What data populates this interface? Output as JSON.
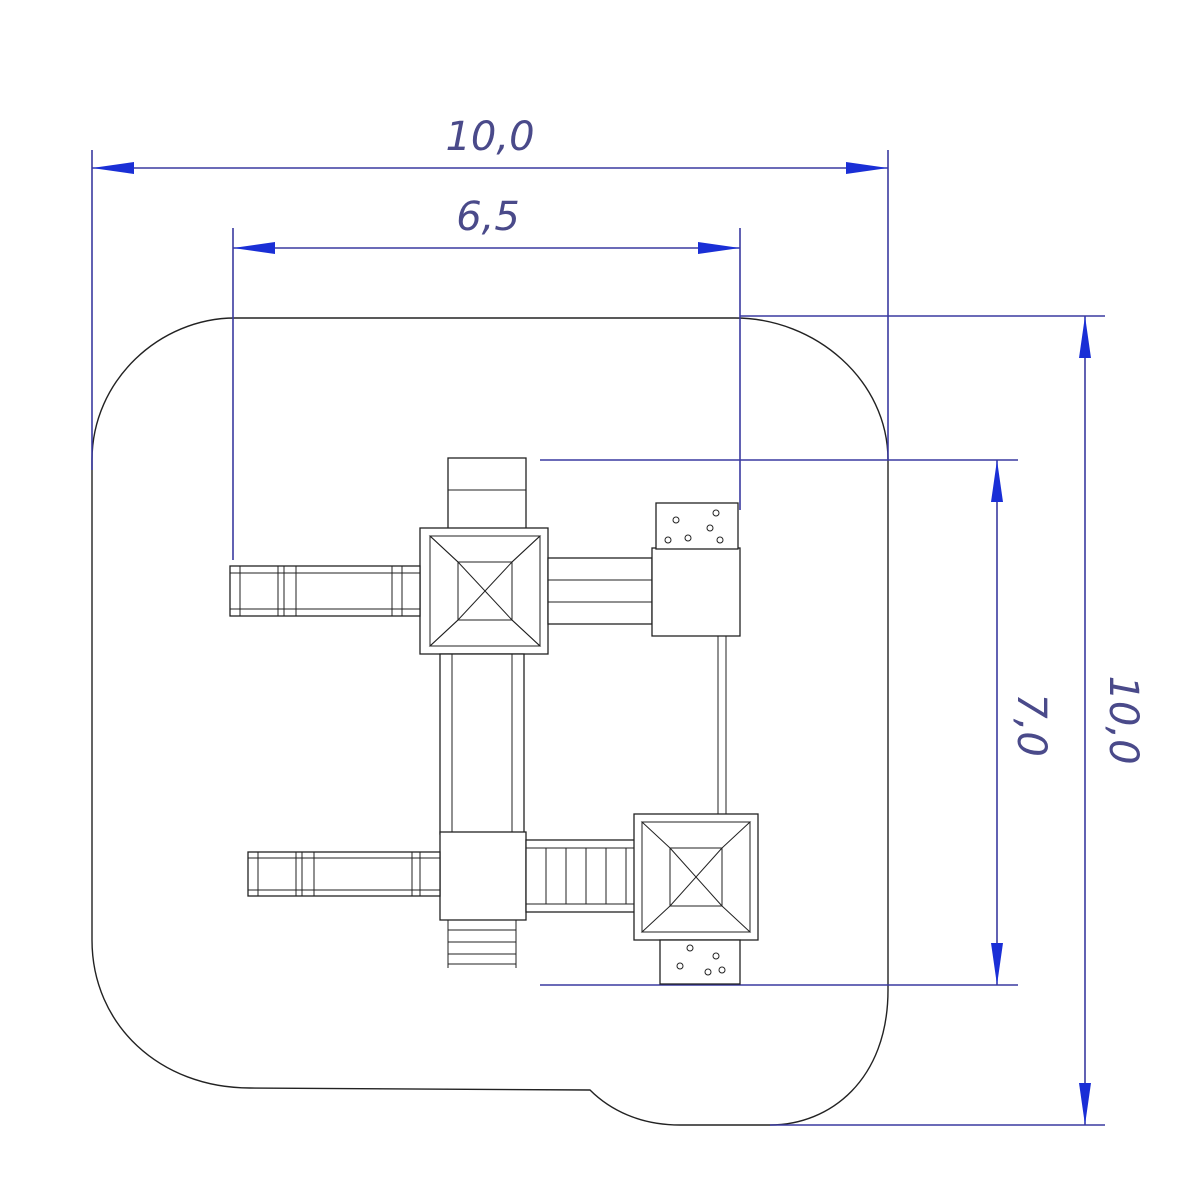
{
  "dimensions": {
    "overall_width": "10,0",
    "structure_width": "6,5",
    "structure_depth": "7,0",
    "overall_depth": "10,0"
  },
  "colors": {
    "dimension_line": "#3a3aa0",
    "dimension_arrow": "#1a2fd6",
    "dimension_text": "#4a4a8a",
    "drawing": "#222222"
  }
}
